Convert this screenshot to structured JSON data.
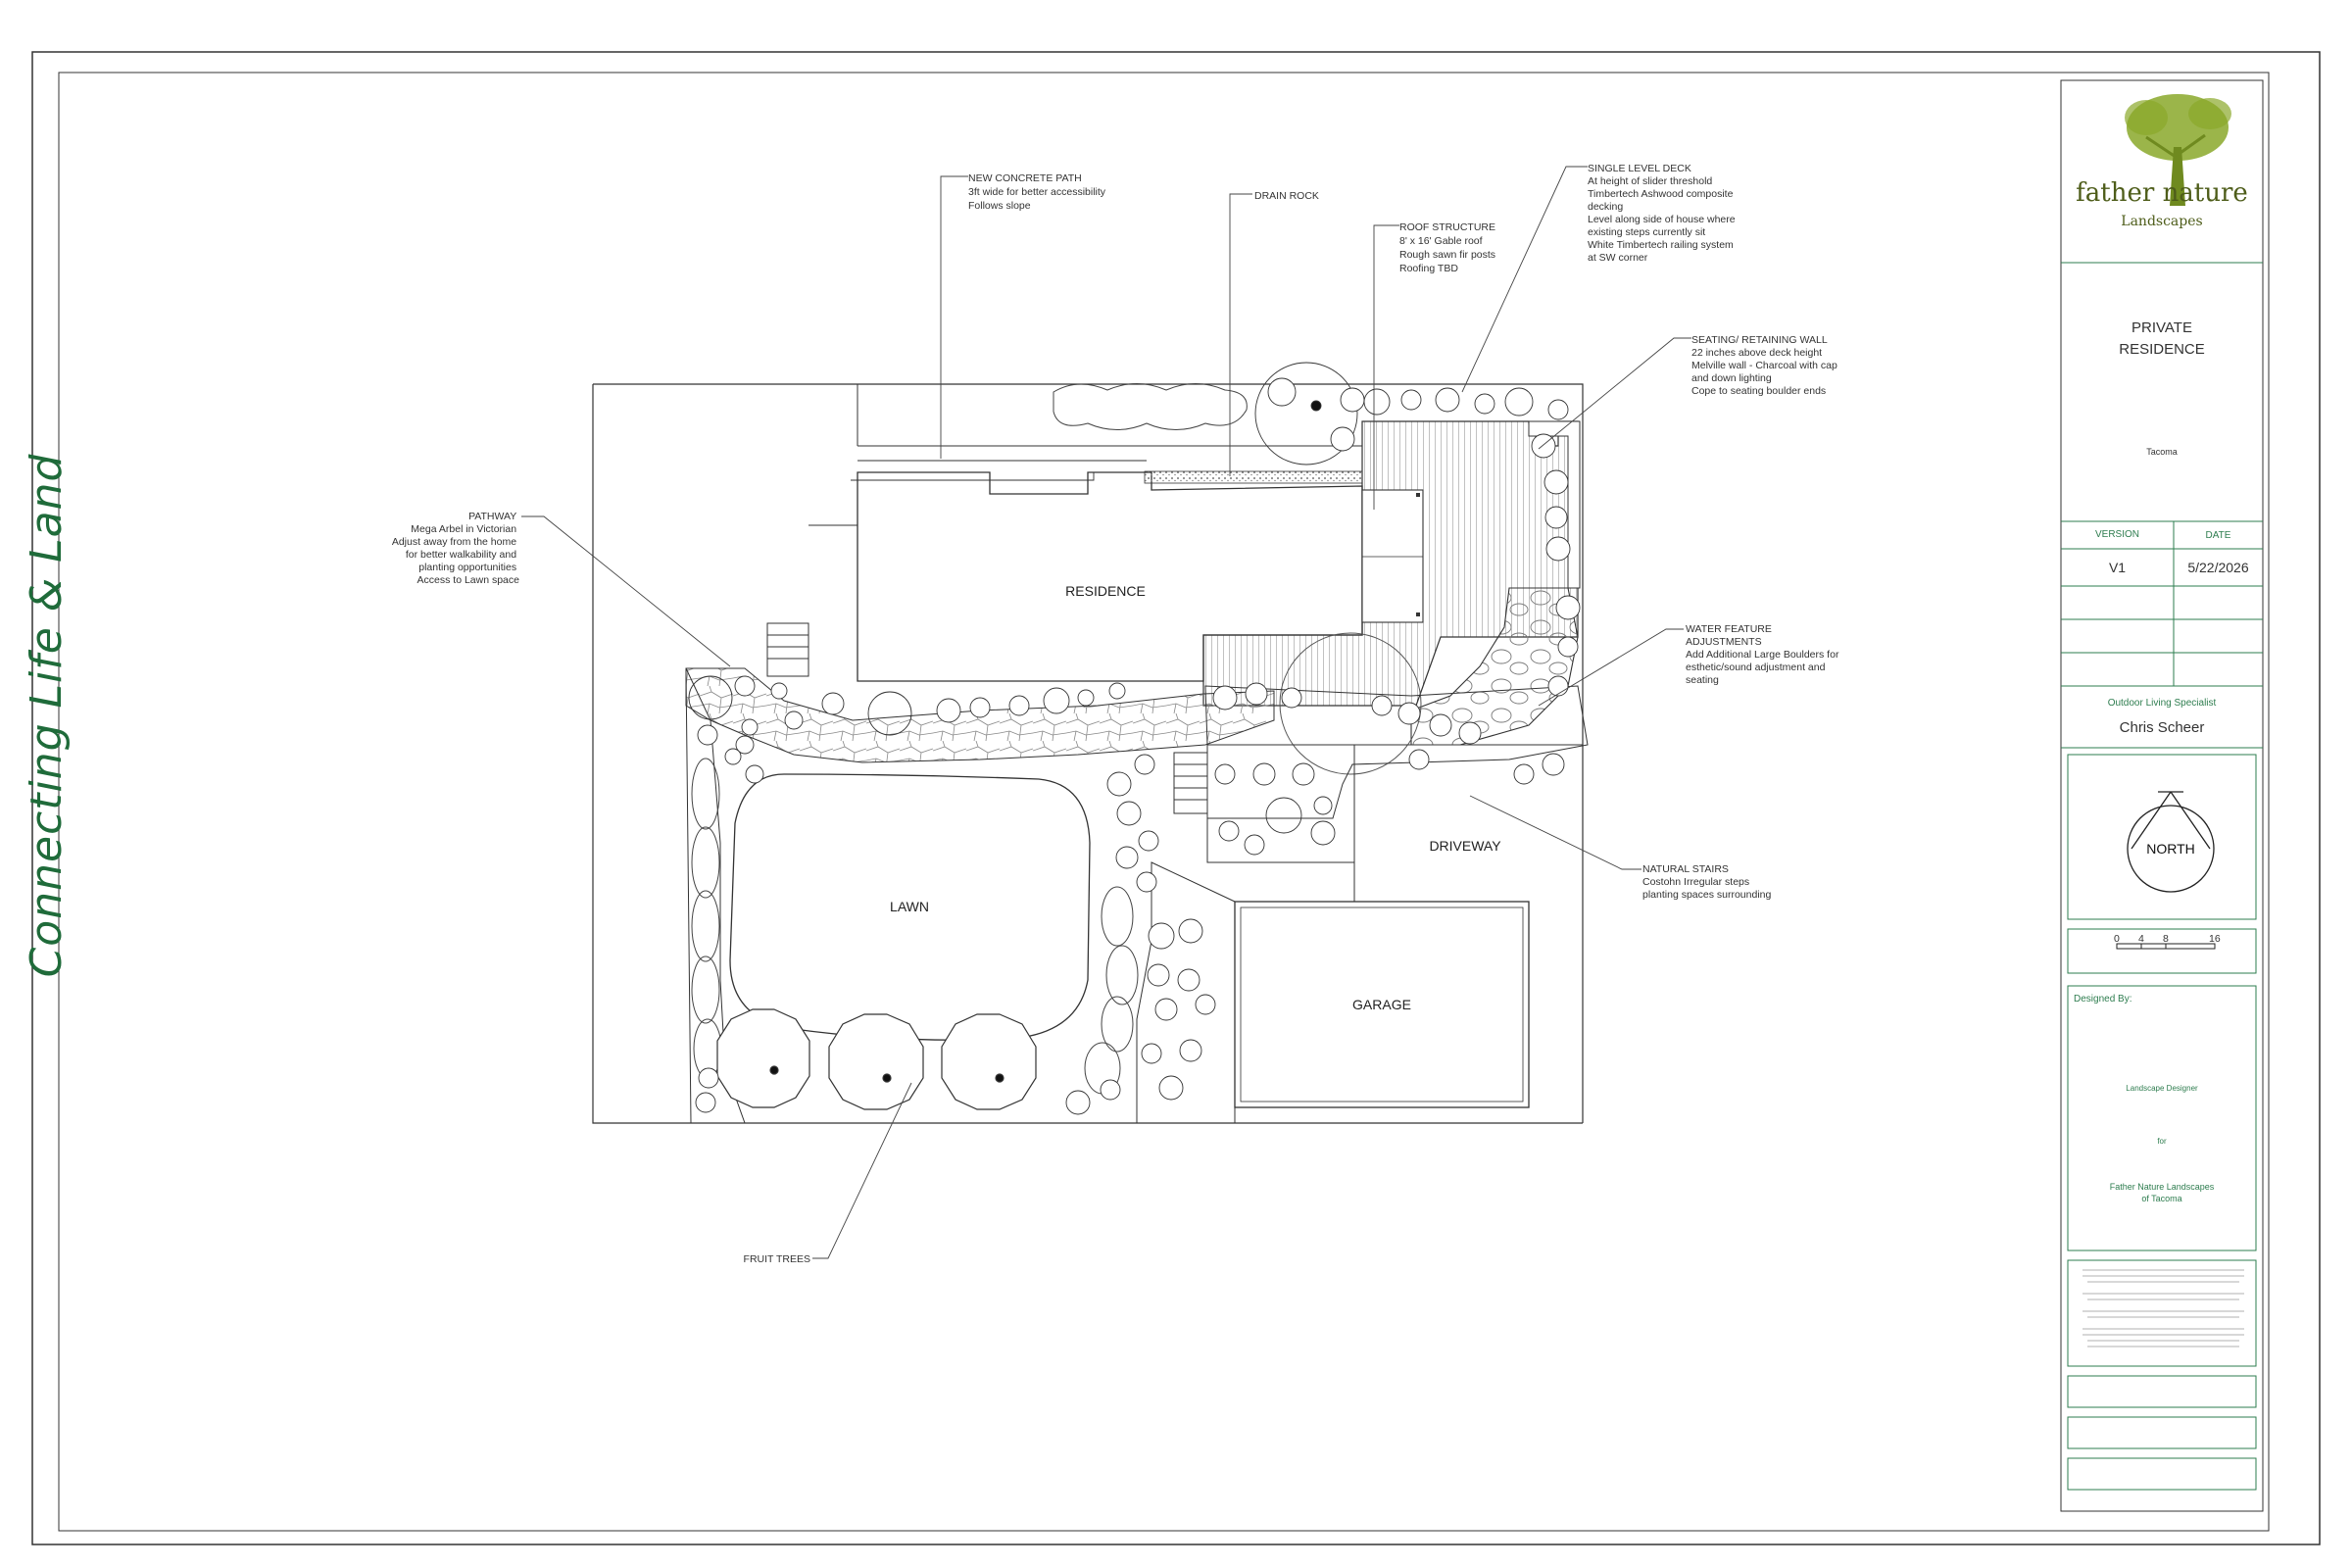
{
  "tagline": "Connecting Life & Land",
  "brand": {
    "name_left": "father",
    "name_right": "nature",
    "sub": "Landscapes",
    "color": "#8aa82a",
    "accent": "#2e7d4f",
    "logo_icon": "oak-tree-icon"
  },
  "title_block": {
    "project_line1": "PRIVATE",
    "project_line2": "RESIDENCE",
    "city": "Tacoma",
    "version_header": "VERSION",
    "date_header": "DATE",
    "version": "V1",
    "date": "5/22/2026",
    "role": "Outdoor Living Specialist",
    "person": "Chris Scheer",
    "north": "NORTH",
    "scale_ticks": [
      "0",
      "4",
      "8",
      "16"
    ],
    "designed_by_header": "Designed By:",
    "designer_role": "Landscape Designer",
    "for_text": "for",
    "company_line1": "Father Nature Landscapes",
    "company_line2": "of Tacoma"
  },
  "plan_labels": {
    "residence": "RESIDENCE",
    "lawn": "LAWN",
    "driveway": "DRIVEWAY",
    "garage": "GARAGE",
    "fruit_trees": "FRUIT TREES"
  },
  "callouts": {
    "concrete_path": [
      "NEW CONCRETE PATH",
      "3ft wide for better accessibility",
      "Follows slope"
    ],
    "drain_rock": [
      "DRAIN ROCK"
    ],
    "roof_structure": [
      "ROOF STRUCTURE",
      "8' x 16' Gable roof",
      "Rough sawn fir posts",
      "Roofing TBD"
    ],
    "deck": [
      "SINGLE LEVEL DECK",
      "At height of slider threshold",
      "Timbertech Ashwood composite",
      "decking",
      "Level along side of house where",
      "existing steps currently sit",
      "White Timbertech railing system",
      "at SW corner"
    ],
    "seating_wall": [
      "SEATING/ RETAINING WALL",
      "22 inches above deck height",
      "Melville wall - Charcoal with cap",
      "and down lighting",
      "Cope to seating boulder ends"
    ],
    "pathway": [
      "PATHWAY",
      "Mega Arbel in Victorian",
      "Adjust away from the home",
      "for better walkability and",
      "planting opportunities",
      "Access to Lawn space"
    ],
    "water_feature": [
      "WATER FEATURE",
      "ADJUSTMENTS",
      "Add Additional Large Boulders for",
      "esthetic/sound adjustment and",
      "seating"
    ],
    "natural_stairs": [
      "NATURAL STAIRS",
      "Costohn Irregular steps",
      "planting spaces surrounding"
    ]
  }
}
